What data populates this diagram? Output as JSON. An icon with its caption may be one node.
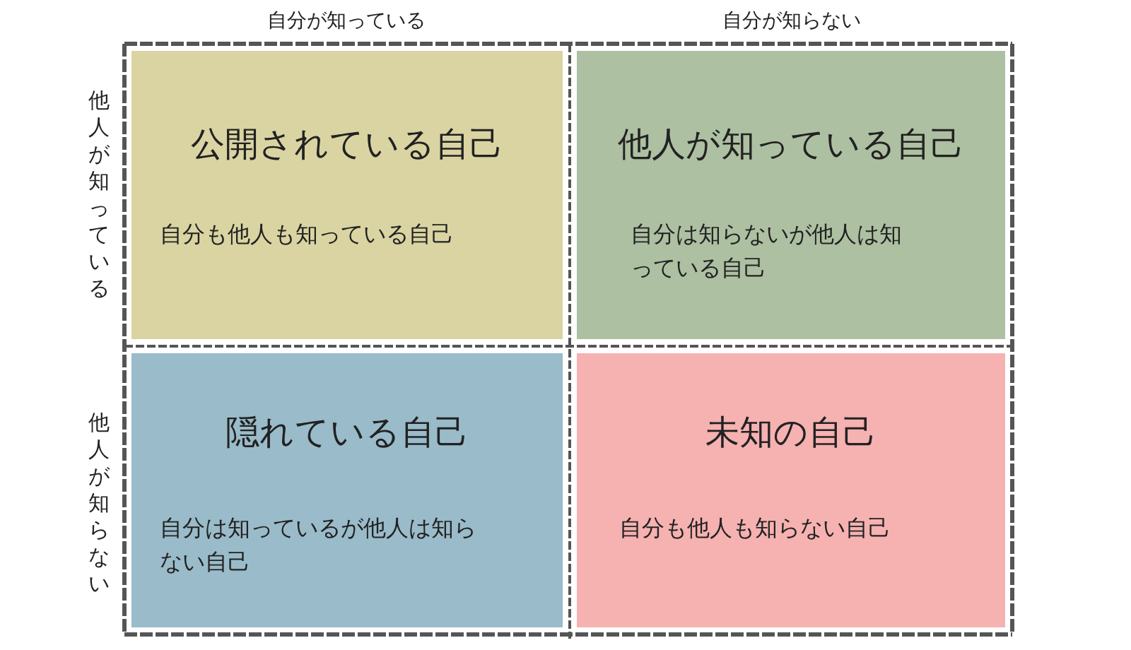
{
  "diagram": {
    "nodes": [
      {
        "text": [
          "公開されている自己",
          "自分も他人も知っている自己"
        ]
      },
      {
        "text": [
          "他人が知っている自己",
          "自分は知らないが他人は知っている自己"
        ]
      },
      {
        "text": [
          "隠れている自己",
          "自分は知っているが他人は知らない自己"
        ]
      },
      {
        "text": [
          "未知の自己",
          "自分も他人も知らない自己"
        ]
      }
    ],
    "labels": [
      "自分が知っている",
      "自分が知らない",
      "他人が知っている",
      "他人が知らない"
    ]
  }
}
